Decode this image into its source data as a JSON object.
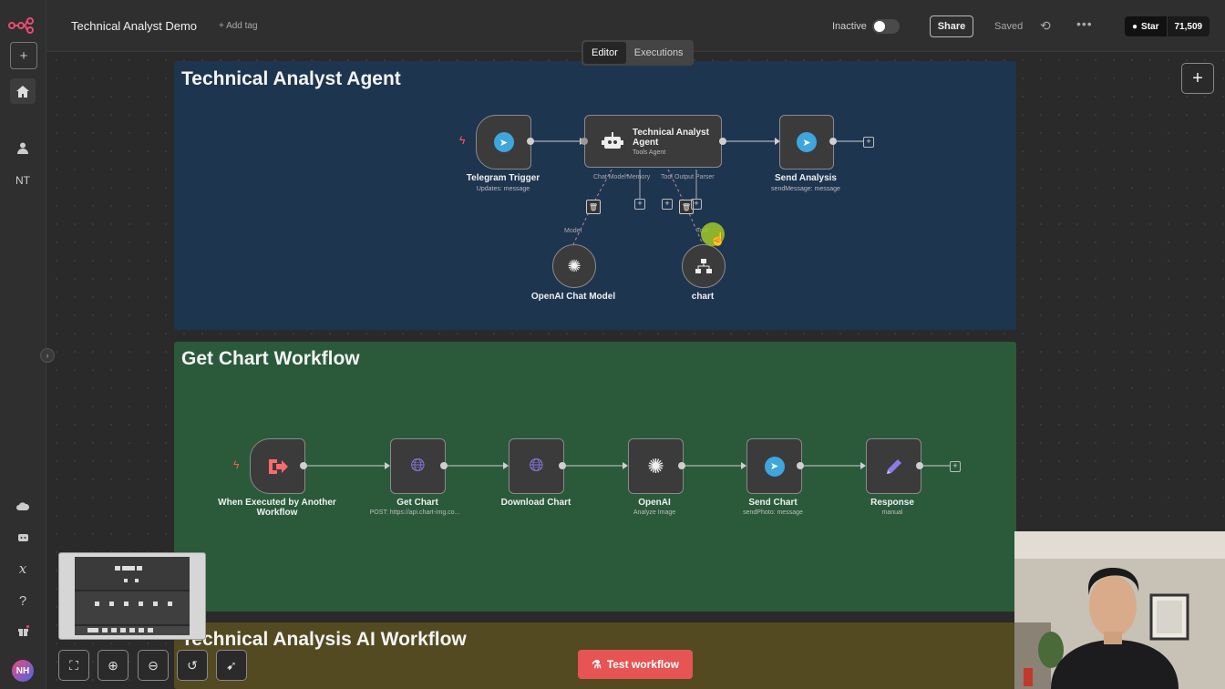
{
  "app": {
    "logo_icon": "n8n-logo-icon"
  },
  "sidebar": {
    "initials": "NT",
    "user_avatar": "NH",
    "icons": [
      "plus-icon",
      "home-icon",
      "user-icon",
      "cloud-icon",
      "templates-icon",
      "variables-icon",
      "help-icon",
      "gift-icon"
    ]
  },
  "header": {
    "workflow_title": "Technical Analyst Demo",
    "add_tag": "+ Add tag",
    "status_label": "Inactive",
    "share_label": "Share",
    "saved_label": "Saved",
    "github_star_label": "Star",
    "github_star_count": "71,509"
  },
  "tabs": [
    {
      "label": "Editor",
      "selected": true
    },
    {
      "label": "Executions",
      "selected": false
    }
  ],
  "sections": {
    "agent": {
      "title": "Technical Analyst Agent",
      "color": "#1e3550"
    },
    "chart": {
      "title": "Get Chart Workflow",
      "color": "#2a5a3a"
    },
    "ai": {
      "title": "Technical Analysis AI Workflow",
      "color": "#544a22"
    }
  },
  "agent_nodes": {
    "telegram_trigger": {
      "label": "Telegram Trigger",
      "sub": "Updates: message",
      "icon": "telegram-icon"
    },
    "analyst_agent": {
      "label": "Technical Analyst Agent",
      "sub": "Tools Agent",
      "icon": "robot-icon"
    },
    "send_analysis": {
      "label": "Send Analysis",
      "sub": "sendMessage: message",
      "icon": "telegram-icon"
    },
    "chat_model": {
      "label": "OpenAI Chat Model",
      "icon": "openai-icon"
    },
    "chart_tool": {
      "label": "chart",
      "icon": "workflow-icon"
    },
    "port_labels": [
      "Chat Model*",
      "Memory",
      "Tool",
      "Output Parser"
    ],
    "model_label": "Model",
    "tool_label": "Tool"
  },
  "chart_nodes": [
    {
      "label": "When Executed by Another Workflow",
      "sub": "",
      "icon": "execute-workflow-icon"
    },
    {
      "label": "Get Chart",
      "sub": "POST: https://api.chart-img.co...",
      "icon": "globe-icon"
    },
    {
      "label": "Download Chart",
      "sub": "",
      "icon": "globe-icon"
    },
    {
      "label": "OpenAI",
      "sub": "Analyze Image",
      "icon": "openai-icon"
    },
    {
      "label": "Send Chart",
      "sub": "sendPhoto: message",
      "icon": "telegram-icon"
    },
    {
      "label": "Response",
      "sub": "manual",
      "icon": "pencil-icon"
    }
  ],
  "footer": {
    "test_workflow_label": "Test workflow",
    "controls": [
      "fit-view-icon",
      "zoom-in-icon",
      "zoom-out-icon",
      "reset-zoom-icon",
      "tidy-up-icon"
    ]
  }
}
